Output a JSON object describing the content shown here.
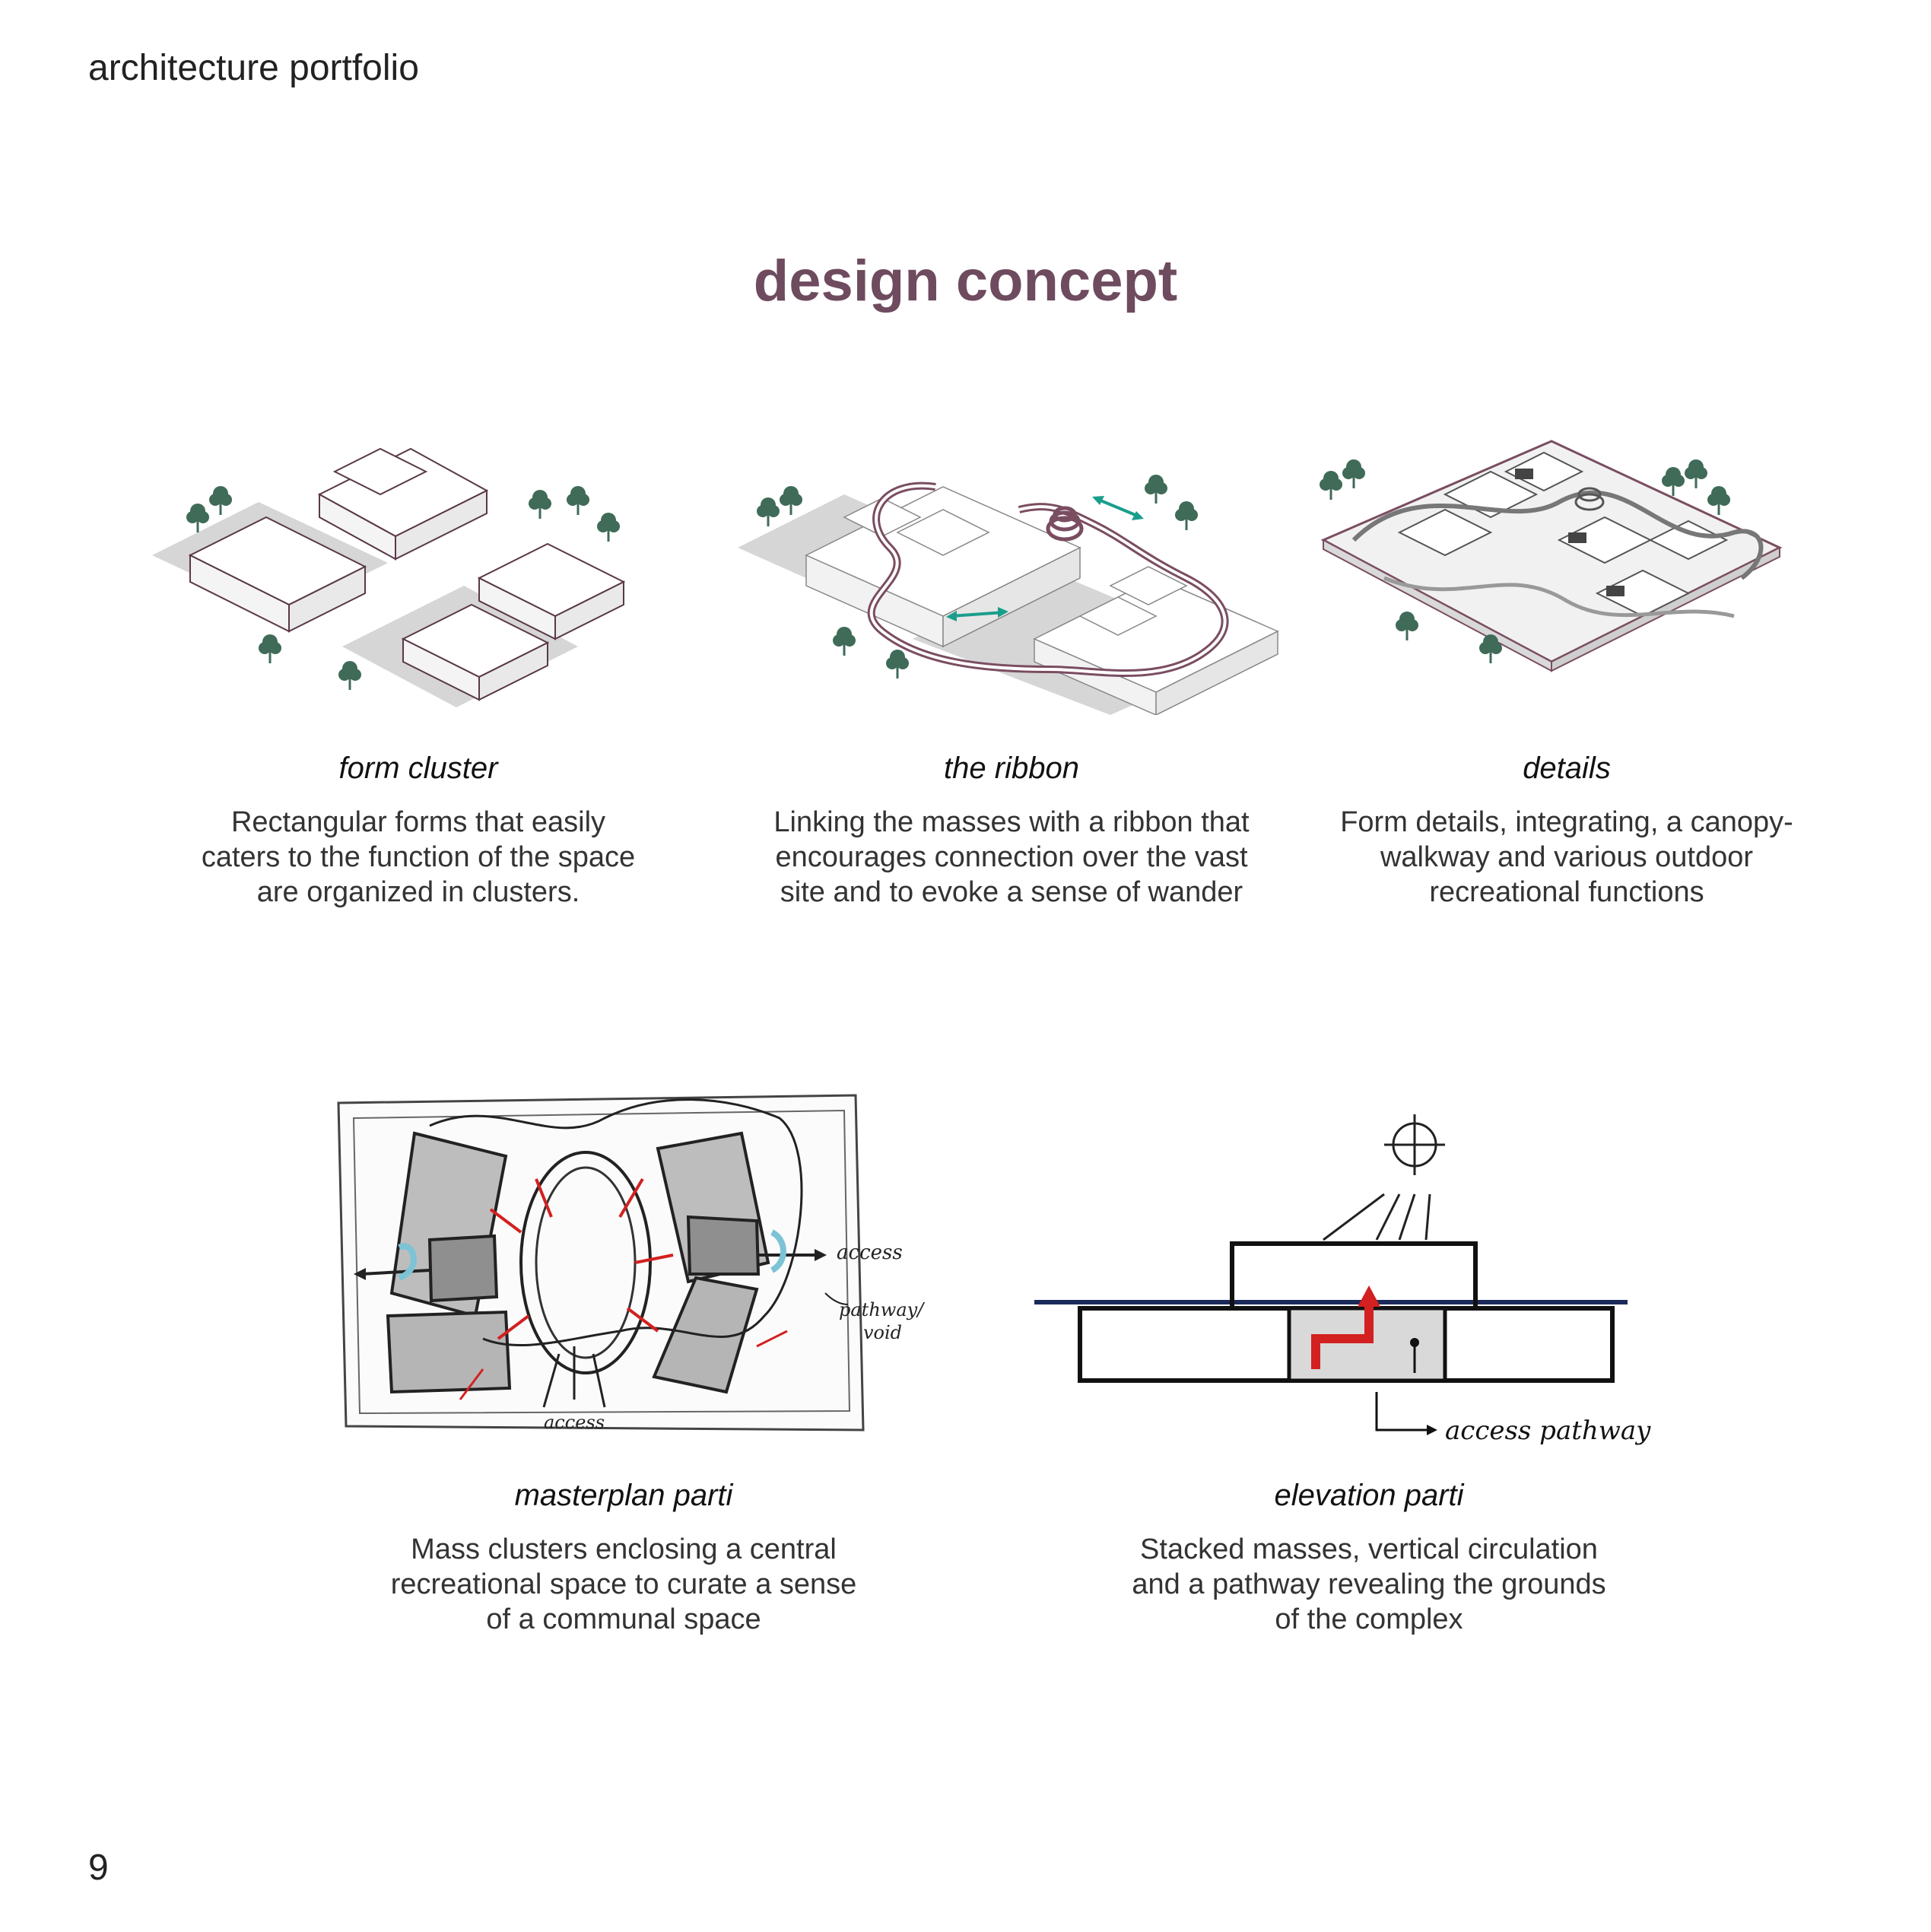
{
  "header": {
    "text": "architecture portfolio"
  },
  "page_title": "design concept",
  "page_number": "9",
  "colors": {
    "title": "#6e4b5e",
    "ribbon": "#7a4d61",
    "tree": "#3f6b58",
    "arrow_teal": "#1a9e8c",
    "sketch_red": "#d32020"
  },
  "concepts": [
    {
      "title": "form cluster",
      "description": "Rectangular forms that easily caters to the function of the space are organized in clusters."
    },
    {
      "title": "the ribbon",
      "description": "Linking the masses with a ribbon that encourages connection over the vast site and to evoke a sense of wander"
    },
    {
      "title": "details",
      "description": "Form details, integrating, a canopy-walkway and various outdoor recreational functions"
    }
  ],
  "partis": [
    {
      "title": "masterplan parti",
      "description": "Mass clusters enclosing a central recreational space to curate a sense of a communal space",
      "labels": {
        "access_right": "access",
        "pathway": "pathway/\nvoid",
        "access_bottom": "access"
      }
    },
    {
      "title": "elevation parti",
      "description": "Stacked masses, vertical circulation and a pathway revealing the grounds of the complex",
      "labels": {
        "access_pathway": "access pathway"
      }
    }
  ]
}
